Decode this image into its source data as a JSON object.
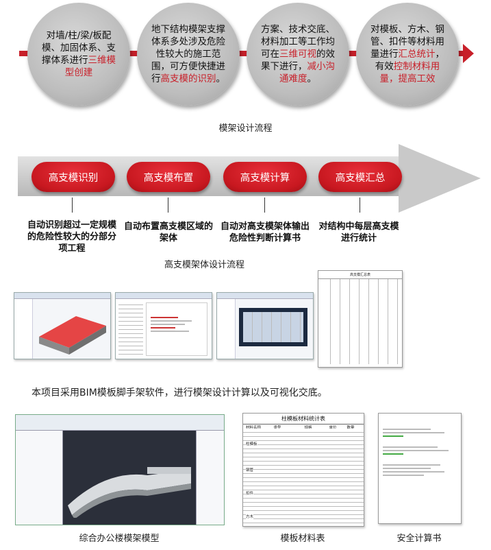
{
  "flow1": {
    "circles": [
      {
        "pre": "对墙/柱/梁/板配模、加固体系、支撑体系进行",
        "highlight": "三维模型创建",
        "post": ""
      },
      {
        "pre": "地下结构模架支撑体系多处涉及危险性较大的施工范围，可方便快捷进行",
        "highlight": "高支模的识别",
        "post": "。"
      },
      {
        "pre": "方案、技术交底、材料加工等工作均可在",
        "highlight": "三维可视",
        "post": "的效果下进行，",
        "highlight2": "减小沟通难度",
        "post2": "。"
      },
      {
        "pre": "对模板、方木、钢管、扣件等材料用量进行",
        "highlight": "汇总统计",
        "post": "，有效",
        "highlight2": "控制材料用量，提高工效",
        "post2": ""
      }
    ],
    "caption": "模架设计流程"
  },
  "flow2": {
    "steps": [
      {
        "label": "高支模识别",
        "desc": "自动识别超过一定规模的危险性较大的分部分项工程"
      },
      {
        "label": "高支模布置",
        "desc": "自动布置高支模区域的架体"
      },
      {
        "label": "高支模计算",
        "desc": "自动对高支模架体输出危险性判断计算书"
      },
      {
        "label": "高支模汇总",
        "desc": "对结构中每层高支模进行统计"
      }
    ],
    "caption": "高支模架体设计流程"
  },
  "screens": {
    "sheet_title": "高支模汇总表"
  },
  "bim_text": "本项目采用BIM模板脚手架软件，进行模架设计计算以及可视化交底。",
  "bottom": {
    "model_caption": "综合办公楼模架模型",
    "table_caption": "模板材料表",
    "table_title": "柱模板材料统计表",
    "table_headers": [
      "材料名称",
      "类型",
      "规格",
      "单位",
      "数量"
    ],
    "table_groups": [
      "柱模板",
      "钢管",
      "扣件",
      "方木"
    ],
    "calc_caption": "安全计算书"
  },
  "colors": {
    "accent_red": "#c8202a",
    "gray": "#bdbdbd"
  }
}
